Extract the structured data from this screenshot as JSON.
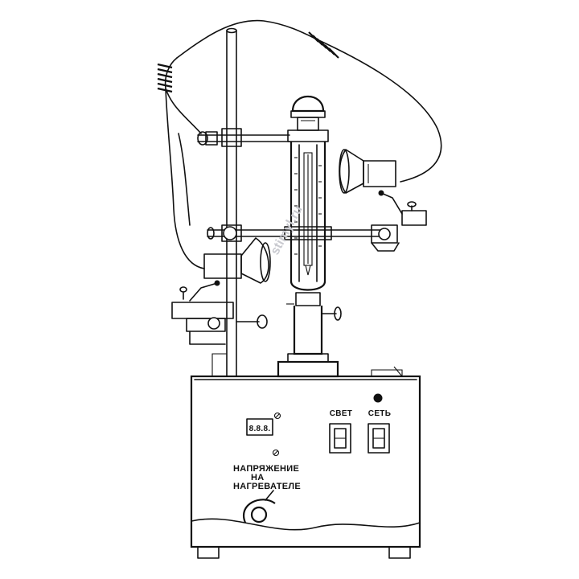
{
  "panel": {
    "light_label": "СВЕТ",
    "power_label": "СЕТЬ",
    "display_readout": "8.8.8.",
    "heater_voltage_lines": [
      "НАПРЯЖЕНИЕ",
      "НА",
      "НАГРЕВАТЕЛЕ"
    ]
  },
  "watermark": "stimyl.ru",
  "colors": {
    "ink": "#111111",
    "paper": "#ffffff",
    "watermark": "#c9cad0"
  }
}
